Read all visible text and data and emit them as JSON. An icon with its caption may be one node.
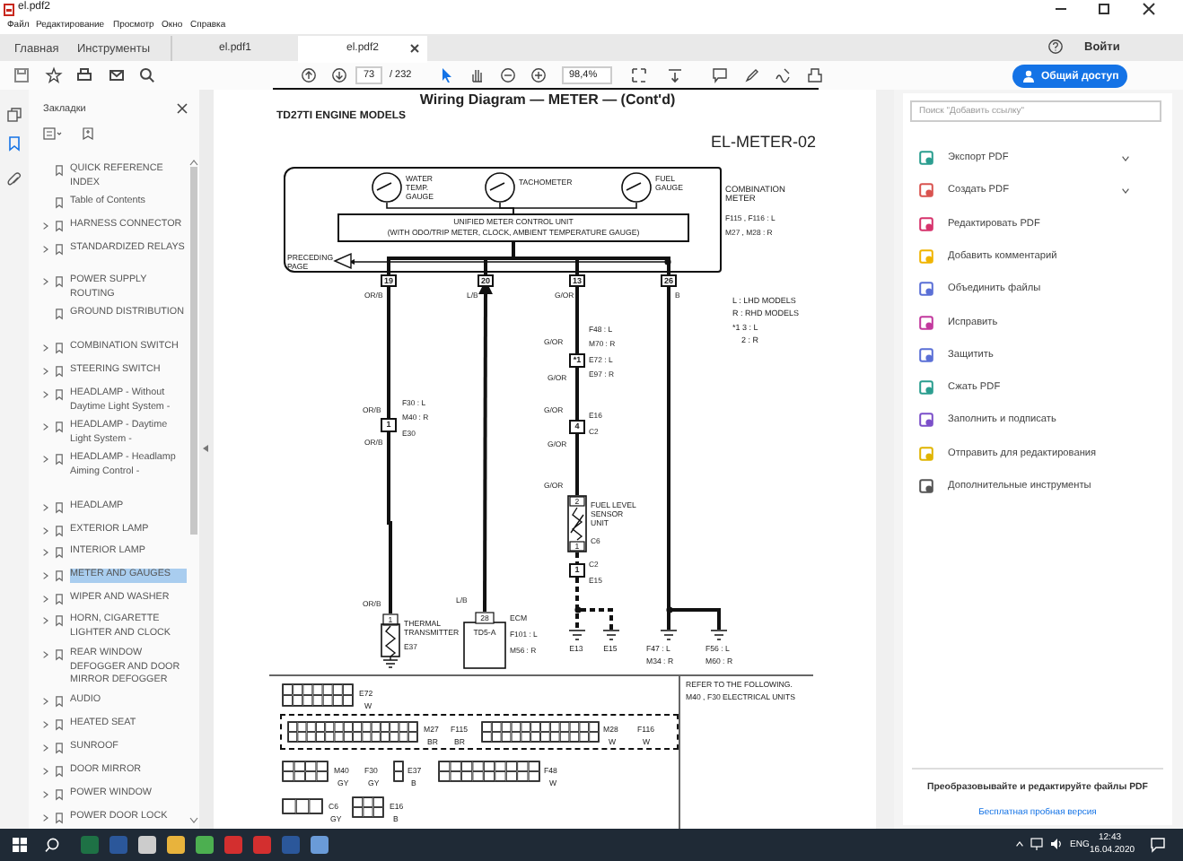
{
  "diagram": {
    "title": "Wiring Diagram — METER — (Cont'd)",
    "nodes": [
      {
        "text": [
          "COMBINATION METER"
        ],
        "beside": [
          "F115 , F116 : L",
          "M27 , M28 : R"
        ]
      },
      {
        "text": [
          "WATER TEMP. GAUGE"
        ],
        "in": 0
      },
      {
        "text": [
          "TACHOMETER"
        ],
        "in": 0
      },
      {
        "text": [
          "FUEL GAUGE"
        ],
        "in": 0
      },
      {
        "text": [
          "UNIFIED METER CONTROL UNIT",
          "(WITH ODO/TRIP METER, CLOCK, AMBIENT TEMPERATURE GAUGE)"
        ],
        "in": 0
      },
      {
        "text": [
          "PRECEDING PAGE"
        ],
        "in": 0
      },
      {
        "text": [
          "19"
        ],
        "beside": [
          "OR/B"
        ]
      },
      {
        "text": [
          "20"
        ],
        "beside": [
          "L/B"
        ]
      },
      {
        "text": [
          "13"
        ],
        "beside": [
          "G/OR"
        ]
      },
      {
        "text": [
          "26"
        ],
        "beside": [
          "B"
        ]
      },
      {
        "text": [
          "1"
        ],
        "beside": [
          "F30 : L",
          "M40 : R",
          "E30",
          "OR/B"
        ]
      },
      {
        "text": [
          "*1"
        ],
        "beside": [
          "F48 : L",
          "M70 : R",
          "E72 : L",
          "E97 : R",
          "G/OR"
        ]
      },
      {
        "text": [
          "4"
        ],
        "beside": [
          "E16",
          "C2",
          "G/OR"
        ]
      },
      {
        "text": [
          "2",
          "FUEL LEVEL SENSOR UNIT",
          "1"
        ],
        "beside": [
          "C6"
        ]
      },
      {
        "text": [
          "1"
        ],
        "beside": [
          "C2",
          "E15"
        ]
      },
      {
        "text": [
          "E13"
        ]
      },
      {
        "text": [
          "E15"
        ]
      },
      {
        "text": [
          "1",
          "THERMAL TRANSMITTER"
        ],
        "beside": [
          "E37"
        ]
      },
      {
        "text": [
          "28",
          "ECM",
          "TD5-A"
        ],
        "beside": [
          "F101 : L",
          "M56 : R"
        ]
      },
      {
        "text": [
          "F47 : L",
          "M34 : R"
        ]
      },
      {
        "text": [
          "F56 : L",
          "M60 : R"
        ]
      }
    ],
    "edges": [
      {
        "from": 1,
        "to": 4,
        "arrow": "none"
      },
      {
        "from": 2,
        "to": 4,
        "arrow": "none"
      },
      {
        "from": 3,
        "to": 4,
        "arrow": "none"
      },
      {
        "from": 9,
        "to": 5,
        "arrow": "to"
      },
      {
        "from": 4,
        "to": 6,
        "arrow": "none"
      },
      {
        "from": 4,
        "to": 7,
        "arrow": "none"
      },
      {
        "from": 4,
        "to": 8,
        "arrow": "none"
      },
      {
        "from": 4,
        "to": 9,
        "arrow": "none"
      },
      {
        "from": 6,
        "to": 10,
        "arrow": "none",
        "label": "OR/B"
      },
      {
        "from": 10,
        "to": 17,
        "arrow": "none",
        "label": "OR/B"
      },
      {
        "from": 18,
        "to": 7,
        "arrow": "to",
        "label": "L/B"
      },
      {
        "from": 8,
        "to": 11,
        "arrow": "none",
        "label": "G/OR"
      },
      {
        "from": 11,
        "to": 12,
        "arrow": "none",
        "label": "G/OR"
      },
      {
        "from": 12,
        "to": 13,
        "arrow": "none",
        "label": "G/OR"
      },
      {
        "from": 13,
        "to": 14,
        "arrow": "none",
        "style": "dashed"
      },
      {
        "from": 14,
        "to": 15,
        "arrow": "none",
        "style": "dashed"
      },
      {
        "from": 14,
        "to": 16,
        "arrow": "none",
        "style": "dashed"
      },
      {
        "from": 9,
        "to": 19,
        "arrow": "none"
      },
      {
        "from": 9,
        "to": 20,
        "arrow": "none"
      }
    ],
    "labels": [
      "el.pdf2",
      "Файл",
      "Редактирование",
      "Просмотр",
      "Окно",
      "Справка",
      "Главная",
      "Инструменты",
      "el.pdf1",
      "el.pdf2",
      "Войти",
      "73",
      "/ 232",
      "98,4%",
      "Общий доступ",
      "Закладки",
      "QUICK REFERENCE INDEX",
      "Table of Contents",
      "HARNESS CONNECTOR",
      "STANDARDIZED RELAYS",
      "POWER SUPPLY ROUTING",
      "GROUND DISTRIBUTION",
      "COMBINATION SWITCH",
      "STEERING SWITCH",
      "HEADLAMP - Without Daytime Light System -",
      "HEADLAMP - Daytime Light System -",
      "HEADLAMP - Headlamp Aiming Control -",
      "HEADLAMP",
      "EXTERIOR LAMP",
      "INTERIOR LAMP",
      "METER AND GAUGES",
      "WIPER AND WASHER",
      "HORN, CIGARETTE LIGHTER AND CLOCK",
      "REAR WINDOW DEFOGGER AND DOOR MIRROR DEFOGGER",
      "AUDIO",
      "HEATED SEAT",
      "SUNROOF",
      "DOOR MIRROR",
      "POWER WINDOW",
      "POWER DOOR LOCK",
      "TD27TI ENGINE MODELS",
      "EL-METER-02",
      "L : LHD MODELS",
      "R : RHD MODELS",
      "*1 3 : L",
      "2 : R",
      "E72",
      "W",
      "M27",
      "BR",
      "F115",
      "BR",
      "M28",
      "W",
      "F116",
      "W",
      "M40",
      "GY",
      "F30",
      "GY",
      "E37",
      "B",
      "F48",
      "W",
      "C6",
      "GY",
      "E16",
      "B",
      "REFER TO THE FOLLOWING.",
      "M40 , F30 ELECTRICAL UNITS",
      "Поиск \"Добавить ссылку\"",
      "Экспорт PDF",
      "Создать PDF",
      "Редактировать PDF",
      "Добавить комментарий",
      "Объединить файлы",
      "Исправить",
      "Защитить",
      "Сжать PDF",
      "Заполнить и подписать",
      "Отправить для редактирования",
      "Дополнительные инструменты",
      "Преобразовывайте и редактируйте файлы PDF",
      "Бесплатная пробная версия",
      "ENG",
      "12:43",
      "16.04.2020"
    ]
  }
}
